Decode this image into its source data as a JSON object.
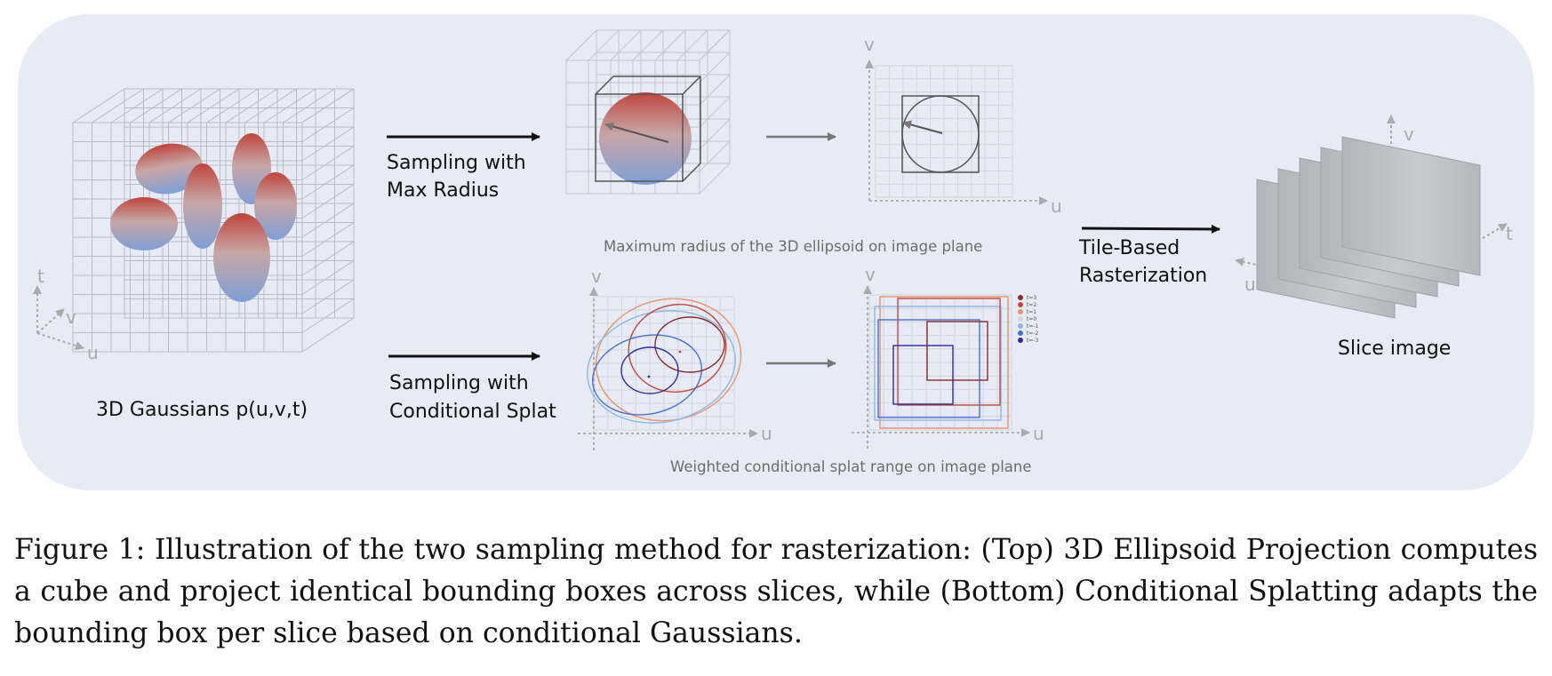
{
  "labels": {
    "gaussians": "3D Gaussians p(u,v,t)",
    "sampling_max_radius": [
      "Sampling with",
      "Max Radius"
    ],
    "sampling_conditional": [
      "Sampling with",
      "Conditional Splat"
    ],
    "tile_based": [
      "Tile-Based",
      "Rasterization"
    ],
    "slice_image": "Slice image",
    "max_radius_caption": "Maximum radius of the 3D ellipsoid on image plane",
    "splat_range_caption": "Weighted conditional splat range on image plane"
  },
  "axes": {
    "t": "t",
    "u": "u",
    "v": "v"
  },
  "legend": [
    {
      "label": "t=3",
      "color": "#8b2a2a"
    },
    {
      "label": "t=2",
      "color": "#c9463d"
    },
    {
      "label": "t=1",
      "color": "#e8956a"
    },
    {
      "label": "t=0",
      "color": "#d6d6d6"
    },
    {
      "label": "t=-1",
      "color": "#8fb7e6"
    },
    {
      "label": "t=-2",
      "color": "#4a6fd8"
    },
    {
      "label": "t=-3",
      "color": "#2c2c9e"
    }
  ],
  "caption": "Figure 1: Illustration of the two sampling method for rasterization: (Top) 3D Ellipsoid Projection computes a cube and project identical bounding boxes across slices, while (Bottom) Conditional Splatting adapts the bounding box per slice based on conditional Gaussians."
}
